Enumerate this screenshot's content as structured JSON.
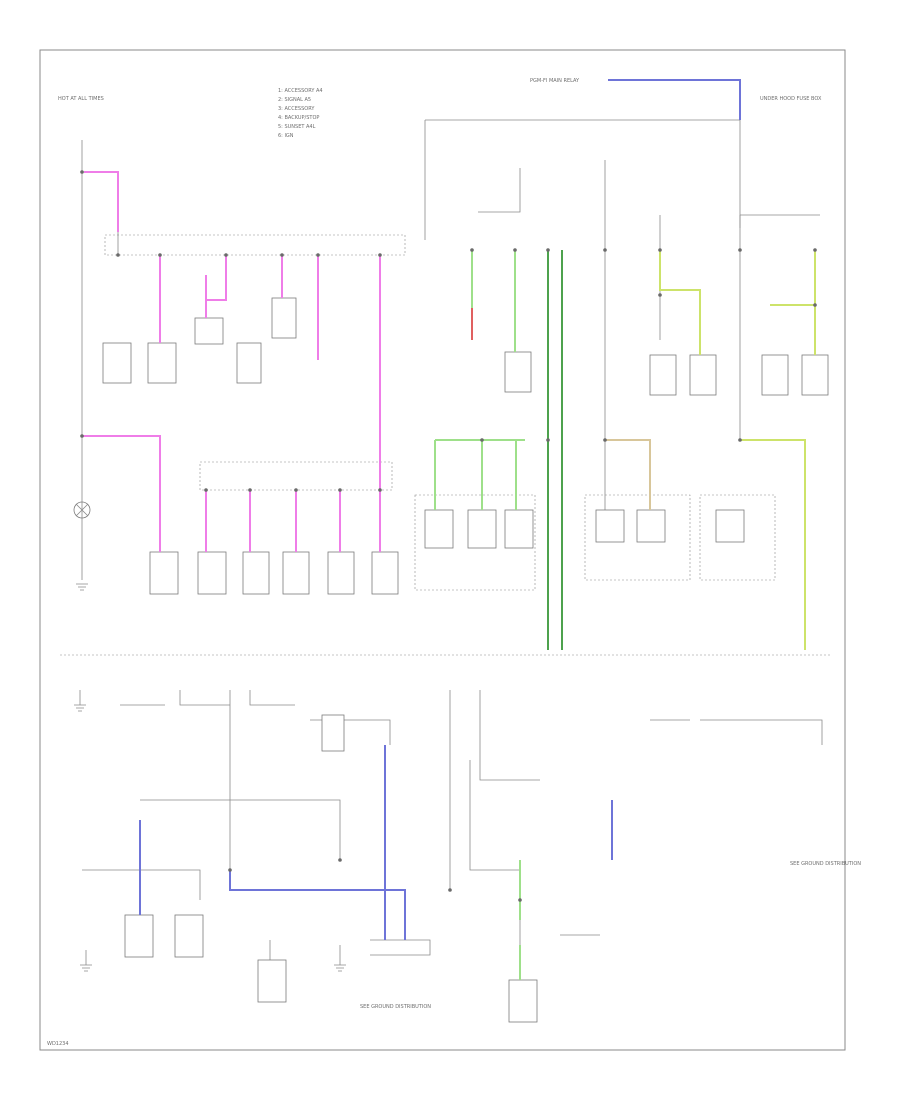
{
  "diagram": {
    "legend": {
      "items": [
        "1: ACCESSORY A4",
        "2: SIGNAL A5",
        "3: ACCESSORY",
        "4: BACKUP/STOP",
        "5: SUNSET A4L",
        "6: IGN"
      ]
    },
    "labels": {
      "top_left_source": "HOT AT ALL TIMES",
      "top_center_source": "PGM-FI MAIN RELAY",
      "top_right_source": "UNDER HOOD FUSE BOX",
      "bottom_right_note": "SEE GROUND DISTRIBUTION",
      "ground_bus_label": "SEE GROUND DISTRIBUTION",
      "footer": "WD1234"
    },
    "wire_colors": {
      "pink": "#ef7de8",
      "light_green": "#9ee08a",
      "dark_green": "#4da24d",
      "yellow_green": "#cde36a",
      "blue": "#6e74d8",
      "tan": "#d8c69a",
      "red": "#e06060"
    }
  }
}
